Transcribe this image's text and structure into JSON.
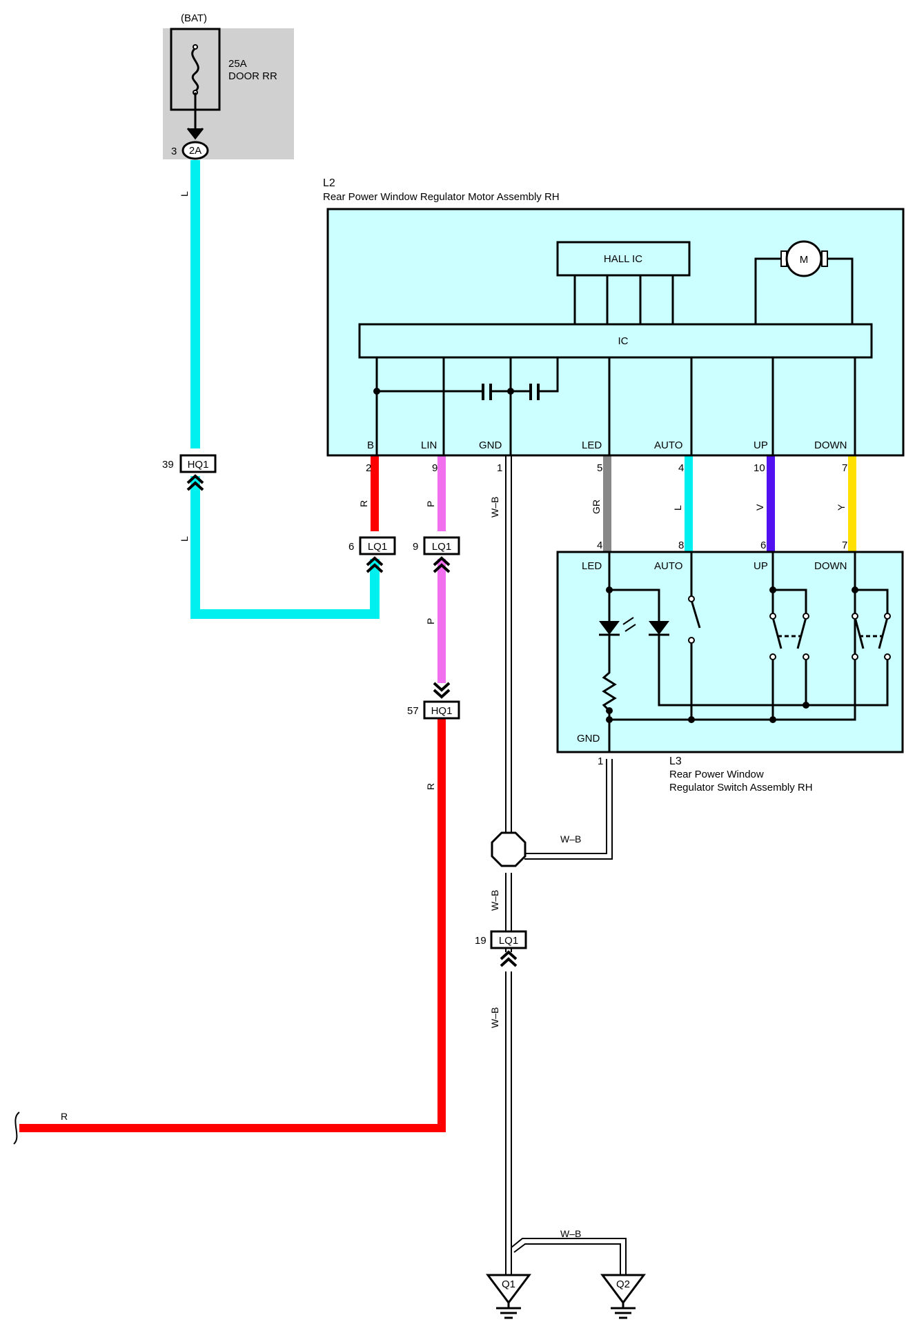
{
  "fuse": {
    "source": "(BAT)",
    "rating": "25A",
    "name": "DOOR RR",
    "connector": "2A",
    "pin": "3"
  },
  "motor_assembly": {
    "code": "L2",
    "title": "Rear Power Window Regulator Motor Assembly RH",
    "hall_ic": "HALL IC",
    "ic": "IC",
    "motor": "M",
    "terminals": [
      "B",
      "LIN",
      "GND",
      "LED",
      "AUTO",
      "UP",
      "DOWN"
    ],
    "pins": [
      "2",
      "9",
      "1",
      "5",
      "4",
      "10",
      "7"
    ]
  },
  "switch_assembly": {
    "code": "L3",
    "title_line1": "Rear Power Window",
    "title_line2": "Regulator Switch Assembly RH",
    "terminals": [
      "LED",
      "AUTO",
      "UP",
      "DOWN"
    ],
    "pins": [
      "4",
      "8",
      "6",
      "7"
    ],
    "gnd_terminal": "GND",
    "gnd_pin": "1"
  },
  "wire_colors": {
    "L": "L",
    "R": "R",
    "P": "P",
    "W-B": "W–B",
    "GR": "GR",
    "V": "V",
    "Y": "Y"
  },
  "connectors": {
    "hq1_upper": {
      "name": "HQ1",
      "pin": "39"
    },
    "lq1_b": {
      "name": "LQ1",
      "pin": "6"
    },
    "lq1_lin": {
      "name": "LQ1",
      "pin": "9"
    },
    "hq1_lower": {
      "name": "HQ1",
      "pin": "57"
    },
    "lq1_gnd": {
      "name": "LQ1",
      "pin": "19"
    }
  },
  "grounds": [
    "Q1",
    "Q2"
  ],
  "colors": {
    "cyan_wire": "#00f0f0",
    "red_wire": "#ff0000",
    "pink_wire": "#f070f0",
    "gray_wire": "#888888",
    "violet_wire": "#5010f0",
    "yellow_wire": "#ffe000",
    "component_fill": "#ccffff",
    "fuse_box_fill": "#d0d0d0"
  }
}
